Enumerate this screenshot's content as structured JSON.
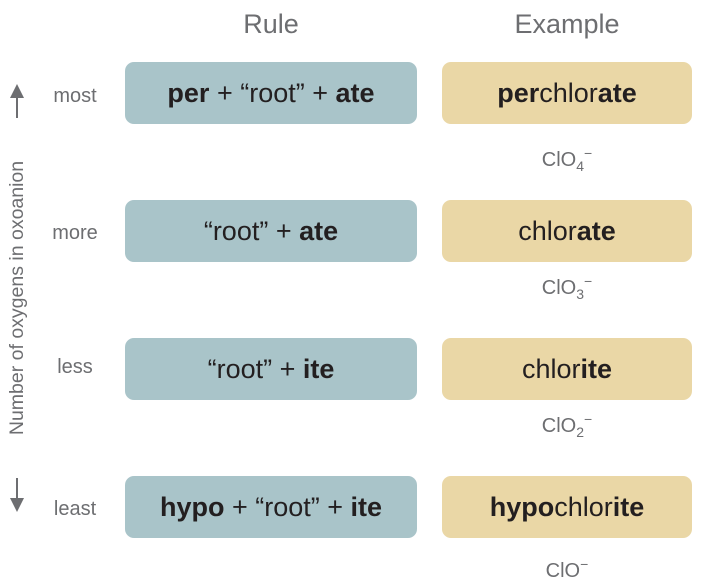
{
  "headers": {
    "rule": "Rule",
    "example": "Example"
  },
  "axis_label": "Number of oxygens in oxoanion",
  "rows": [
    {
      "level": "most",
      "rule": {
        "prefix": "per",
        "plus1": " + ",
        "root": "“root”",
        "plus2": " + ",
        "suffix": "ate"
      },
      "example": {
        "prefix": "per",
        "stem": "chlor",
        "suffix": "ate"
      },
      "formula": {
        "base": "ClO",
        "sub": "4",
        "charge": "−"
      }
    },
    {
      "level": "more",
      "rule": {
        "root": "“root”",
        "plus": " + ",
        "suffix": "ate"
      },
      "example": {
        "stem": "chlor",
        "suffix": "ate"
      },
      "formula": {
        "base": "ClO",
        "sub": "3",
        "charge": "−"
      }
    },
    {
      "level": "less",
      "rule": {
        "root": "“root”",
        "plus": " + ",
        "suffix": "ite"
      },
      "example": {
        "stem": "chlor",
        "suffix": "ite"
      },
      "formula": {
        "base": "ClO",
        "sub": "2",
        "charge": "−"
      }
    },
    {
      "level": "least",
      "rule": {
        "prefix": "hypo",
        "plus1": " + ",
        "root": "“root”",
        "plus2": " + ",
        "suffix": "ite"
      },
      "example": {
        "prefix": "hypo",
        "stem": "chlor",
        "suffix": "ite"
      },
      "formula": {
        "base": "ClO",
        "charge": "−"
      }
    }
  ],
  "colors": {
    "rule_box": "#a9c4c9",
    "example_box": "#ead7a6",
    "text_gray": "#6d6e71",
    "text_dark": "#231f20"
  }
}
